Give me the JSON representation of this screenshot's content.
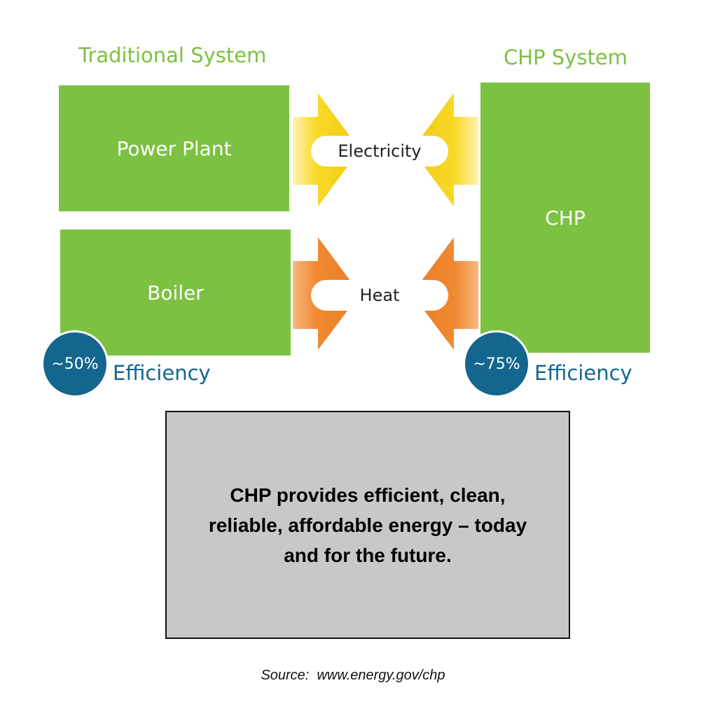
{
  "headings": {
    "traditional": "Traditional System",
    "chp": "CHP System"
  },
  "boxes": {
    "power_plant": "Power Plant",
    "boiler": "Boiler",
    "chp": "CHP"
  },
  "flows": {
    "electricity": "Electricity",
    "heat": "Heat"
  },
  "efficiency": {
    "traditional_value": "~50%",
    "chp_value": "~75%",
    "label": "Efficiency"
  },
  "message": "CHP provides  efficient, clean,\nreliable, affordable energy – today\nand  for the future.",
  "source": "Source:  www.energy.gov/chp",
  "colors": {
    "green": "#7cc142",
    "blue": "#14668e",
    "electricity_arrow": "#f6d21a",
    "heat_arrow": "#ee7d28",
    "message_bg": "#c8c8c8"
  }
}
